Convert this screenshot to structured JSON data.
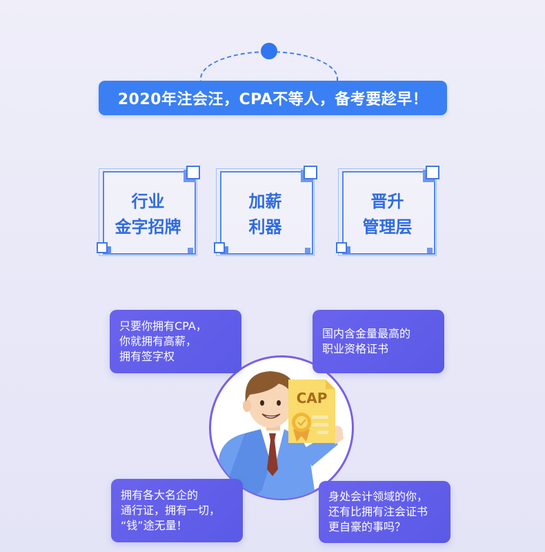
{
  "header": {
    "banner_text": "2020年注会汪，CPA不等人，备考要趁早！"
  },
  "cards": [
    {
      "line1": "行业",
      "line2": "金字招牌"
    },
    {
      "line1": "加薪",
      "line2": "利器"
    },
    {
      "line1": "晋升",
      "line2": "管理层"
    }
  ],
  "certificate": {
    "label": "CAP"
  },
  "bubbles": {
    "top_left": [
      "只要你拥有CPA，",
      "你就拥有高薪，",
      "拥有签字权"
    ],
    "top_right": [
      "国内含金量最高的",
      "职业资格证书"
    ],
    "bottom_left": [
      "拥有各大名企的",
      "通行证，拥有一切，",
      "“钱”途无量！"
    ],
    "bottom_right": [
      "身处会计领域的你，",
      "还有比拥有注会证书",
      "更自豪的事吗？"
    ]
  },
  "colors": {
    "banner": "#3a7ff3",
    "card_text": "#2f6bdf",
    "bubble": "#6a63ee",
    "circle_border": "#7b5fe6",
    "certificate": "#f9dc6b"
  }
}
